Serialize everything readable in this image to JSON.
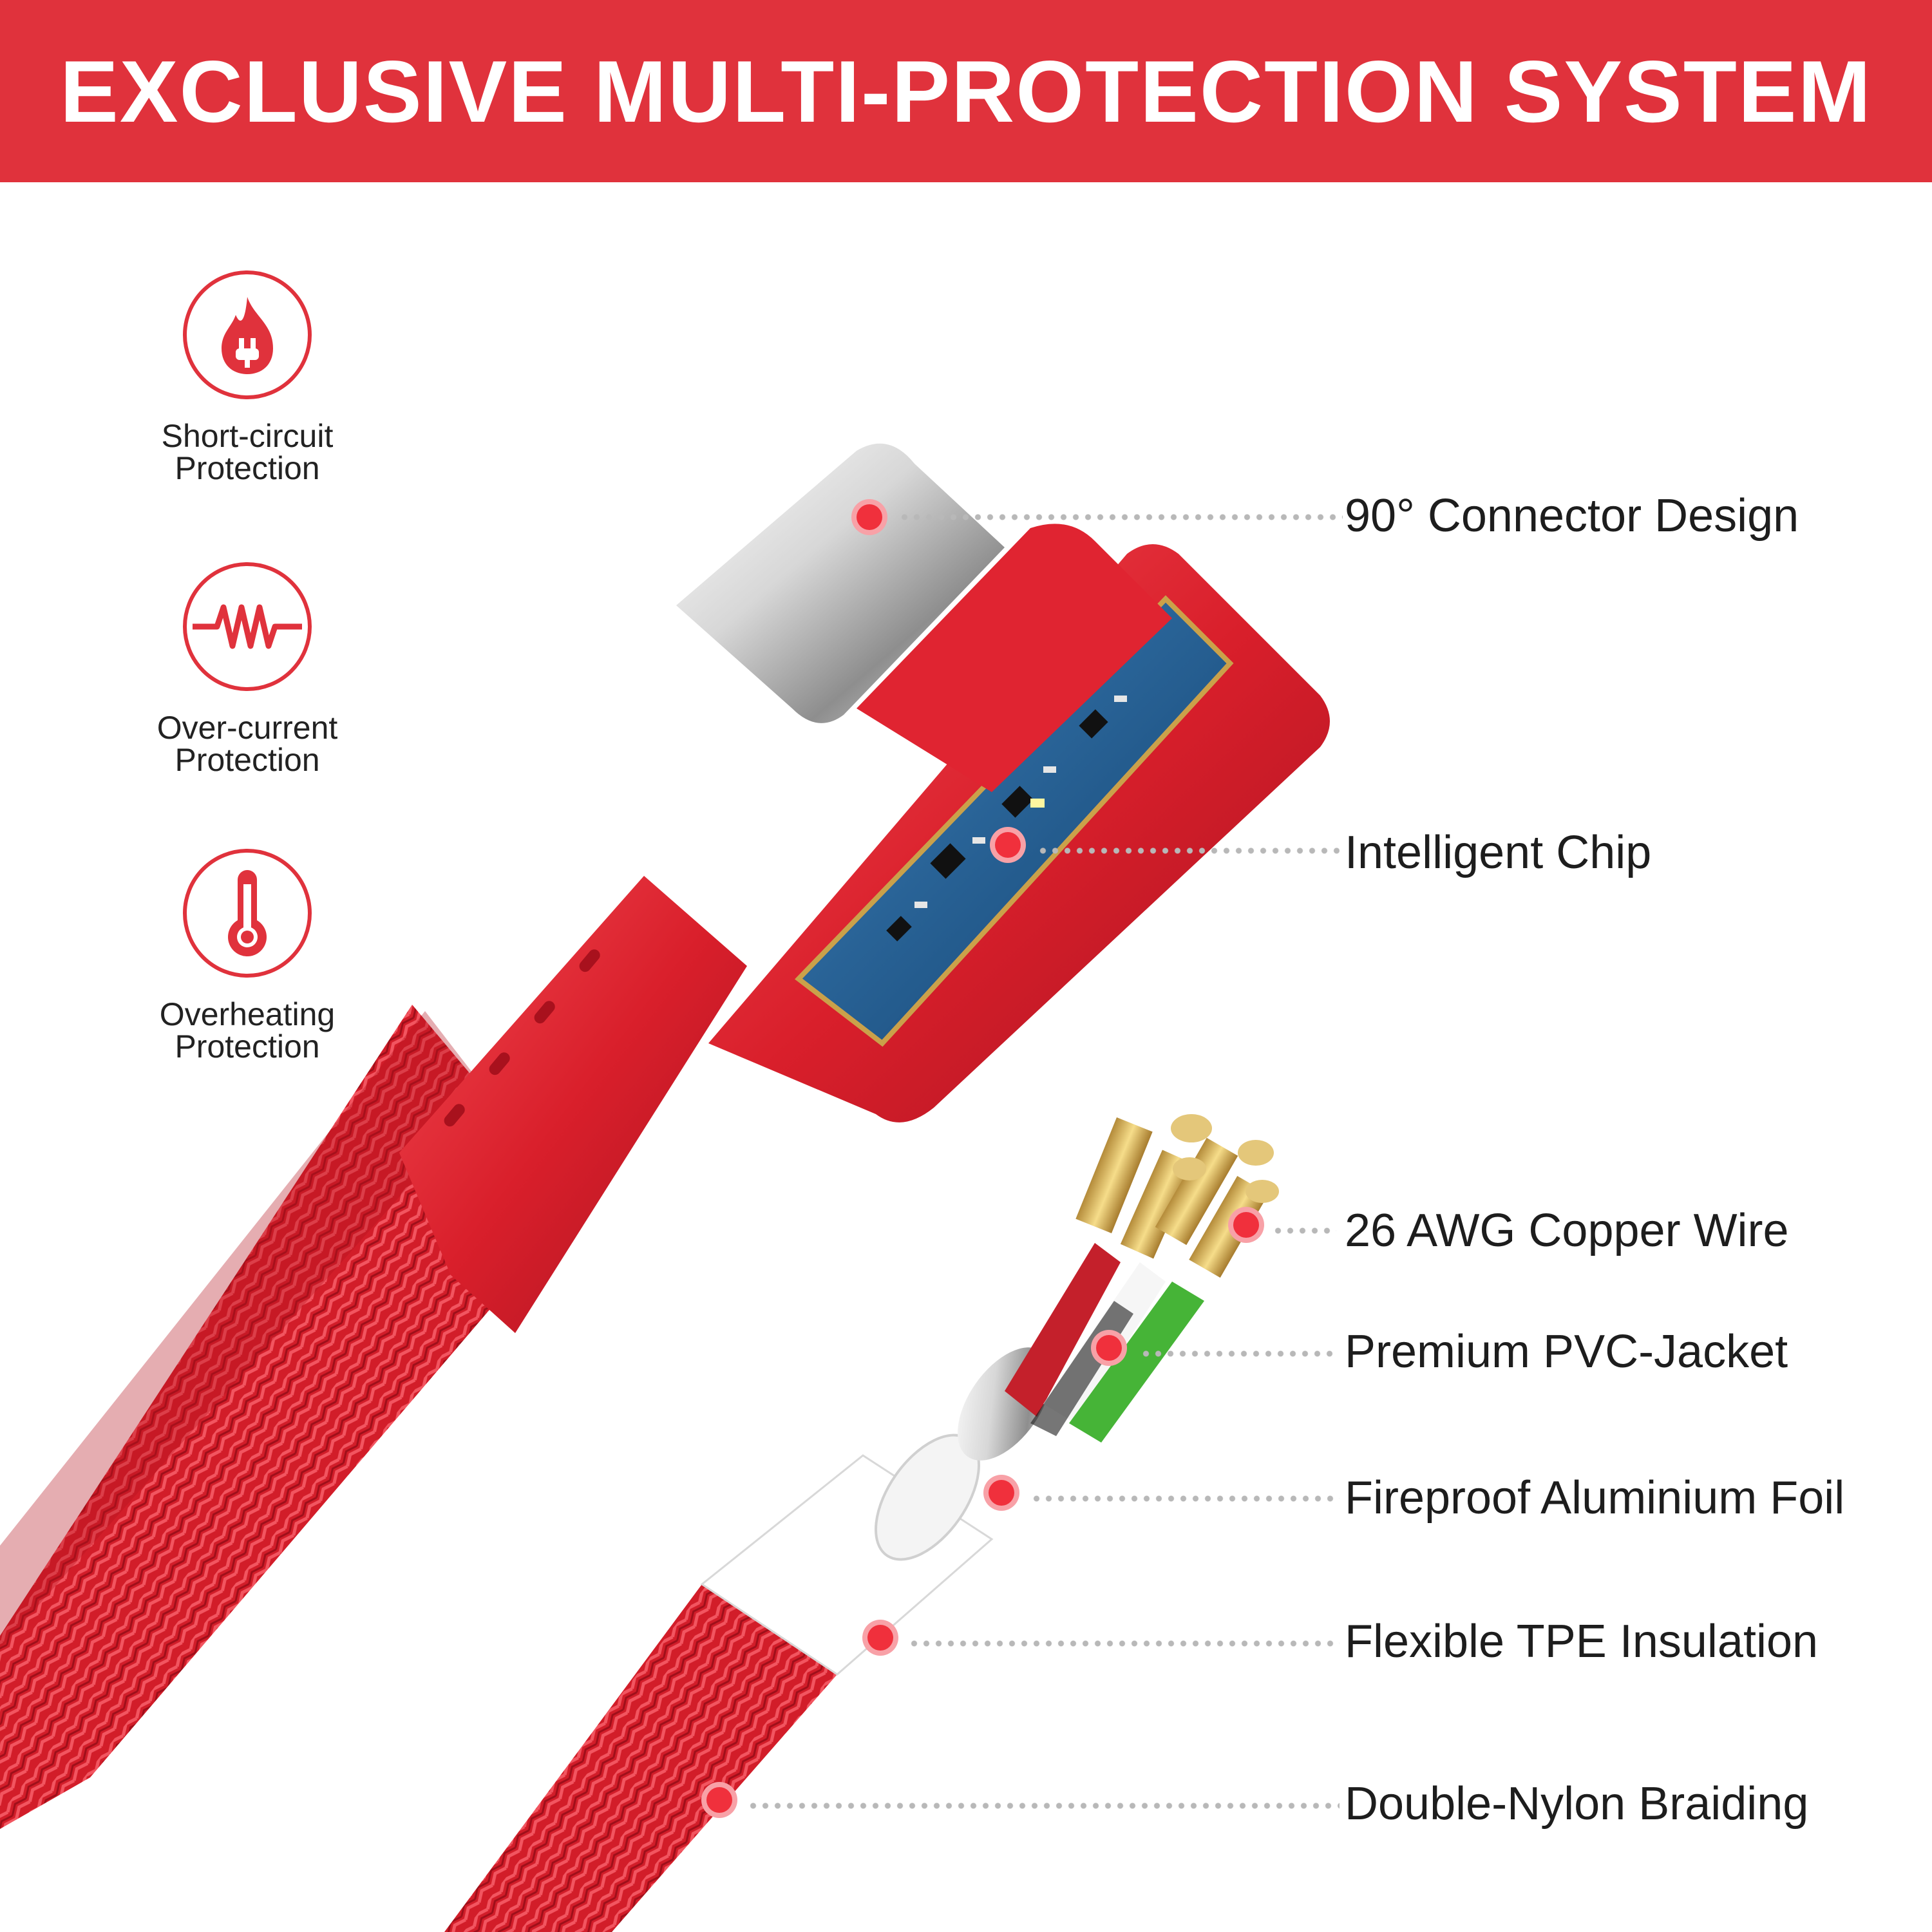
{
  "banner": {
    "title": "EXCLUSIVE MULTI-PROTECTION SYSTEM"
  },
  "features": [
    {
      "icon": "flame-plug-icon",
      "line1": "Short-circuit",
      "line2": "Protection"
    },
    {
      "icon": "current-wave-icon",
      "line1": "Over-current",
      "line2": "Protection"
    },
    {
      "icon": "thermometer-icon",
      "line1": "Overheating",
      "line2": "Protection"
    }
  ],
  "callouts": {
    "connector": "90° Connector Design",
    "chip": "Intelligent Chip",
    "copper": "26 AWG Copper Wire",
    "pvc": "Premium PVC-Jacket",
    "foil": "Fireproof Aluminium Foil",
    "tpe": "Flexible TPE Insulation",
    "braid": "Double-Nylon Braiding"
  },
  "colors": {
    "accent": "#e0323c",
    "cable_red": "#d8202c",
    "text": "#1d1d1d",
    "dots": "#b8b8b8"
  }
}
